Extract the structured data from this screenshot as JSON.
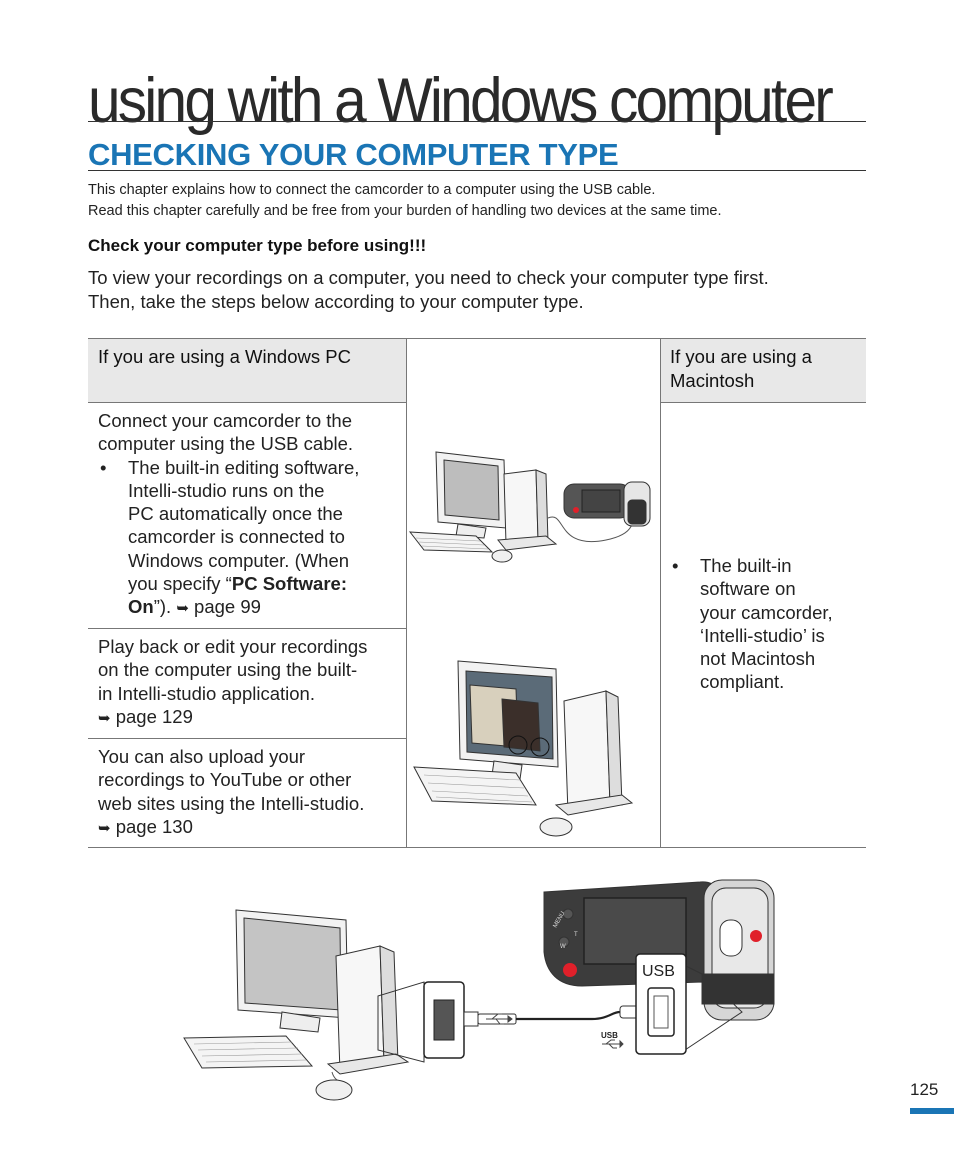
{
  "chapter_title": "using with a Windows computer",
  "section_title": "CHECKING YOUR COMPUTER TYPE",
  "intro": {
    "line1": "This chapter explains how to connect the camcorder to a computer using the USB cable.",
    "line2": "Read this chapter carefully and be free from your burden of handling two devices at the same time."
  },
  "check_heading": "Check your computer type before using!!!",
  "lead": {
    "line1": "To view your recordings on a computer, you need to check your computer type first.",
    "line2": "Then, take the steps below according to your computer type."
  },
  "table": {
    "header_windows": "If you are using a Windows PC",
    "header_mac_line1": "If you are using a",
    "header_mac_line2": "Macintosh",
    "row1": {
      "line1": "Connect your camcorder to the",
      "line2": "computer using the USB cable.",
      "bullet": "•",
      "b1": "The built-in editing software,",
      "b2": "Intelli-studio runs on the",
      "b3": "PC automatically once the",
      "b4": "camcorder is connected to",
      "b5": "Windows computer. (When",
      "b6_pre": "you specify “",
      "b6_bold": "PC Software:",
      "b7_bold": "On",
      "b7_post": "”). ",
      "arrow": "➥",
      "page_ref": " page 99"
    },
    "row2": {
      "line1": "Play back or edit your recordings",
      "line2": "on the computer using the built-",
      "line3": "in Intelli-studio application.",
      "arrow": "➥",
      "page_ref": " page 129"
    },
    "row3": {
      "line1": "You can also upload your",
      "line2": "recordings to YouTube or other",
      "line3": "web sites using the Intelli-studio.",
      "arrow": "➥",
      "page_ref": " page 130"
    },
    "mac": {
      "bullet": "•",
      "l1": "The built-in",
      "l2": "software on",
      "l3": "your camcorder,",
      "l4": "‘Intelli-studio’ is",
      "l5": "not Macintosh",
      "l6": "compliant."
    }
  },
  "diagram": {
    "usb_label": "USB",
    "usb_small_label": "USB",
    "cam_menu_label": "MENU",
    "cam_w_label": "W",
    "cam_t_label": "T"
  },
  "page_number": "125",
  "colors": {
    "accent": "#1a75b5",
    "header_bg": "#e8e8e8",
    "record_red": "#e0202a"
  }
}
